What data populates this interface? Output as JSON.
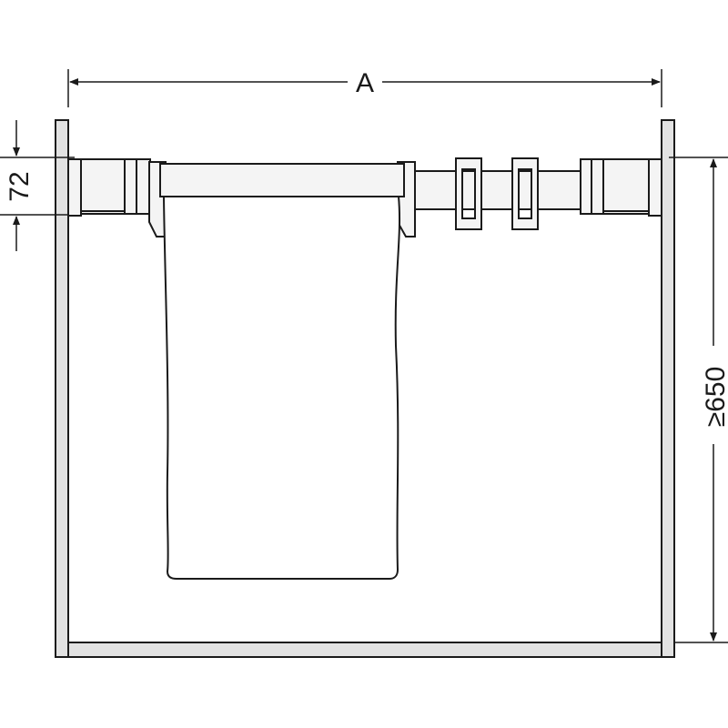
{
  "dimensions": {
    "width_label": "A",
    "rail_height_label": "72",
    "depth_label": "≥650"
  },
  "colors": {
    "line": "#1a1a1a",
    "panel_fill": "#e2e2e2",
    "part_fill": "#f4f4f4",
    "background": "#ffffff"
  }
}
